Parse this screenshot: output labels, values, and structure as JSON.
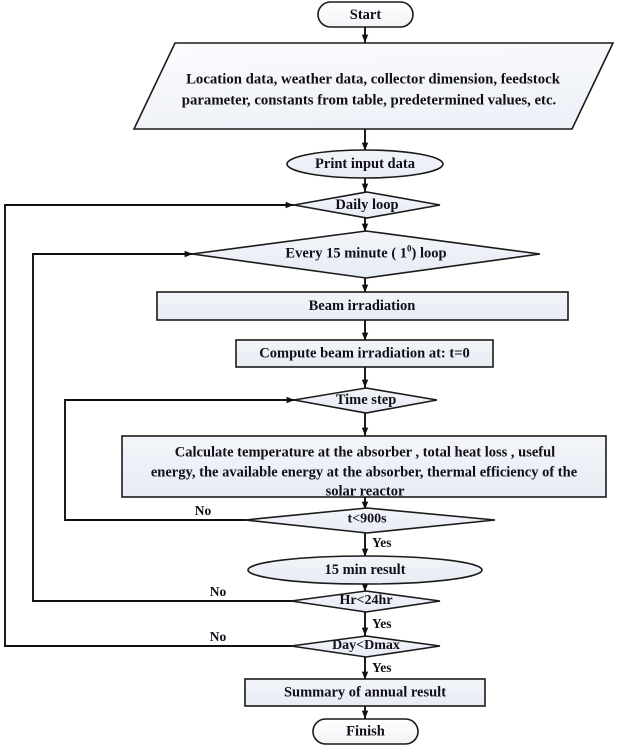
{
  "diagram": {
    "title": "Solar reactor annual simulation flowchart",
    "style": {
      "box_fill": "#eef1f7",
      "terminator_fill": "#ffffff",
      "diamond_fill": "#f2f4f8",
      "ellipse_fill": "#f0f2f6",
      "parallelogram_fill": "#f4f6fa",
      "line_color": "#101010",
      "text_color": "#111018"
    },
    "nodes": [
      {
        "id": "start",
        "type": "terminator",
        "label": "Start"
      },
      {
        "id": "input",
        "type": "parallelogram",
        "label_line1": "Location data, weather data, collector dimension, feedstock",
        "label_line2": "parameter, constants from table, predetermined values, etc."
      },
      {
        "id": "print",
        "type": "ellipse",
        "label": "Print input data"
      },
      {
        "id": "daily",
        "type": "decision",
        "label": "Daily loop"
      },
      {
        "id": "every15",
        "type": "decision",
        "label_pre": "Every 15 minute ( 1",
        "label_sup": "0",
        "label_post": ") loop"
      },
      {
        "id": "beam",
        "type": "process",
        "label": "Beam irradiation"
      },
      {
        "id": "compute",
        "type": "process",
        "label": "Compute beam irradiation at: t=0"
      },
      {
        "id": "timestep",
        "type": "decision",
        "label": "Time step"
      },
      {
        "id": "calc",
        "type": "process",
        "label_line1": "Calculate temperature at the absorber , total heat loss , useful",
        "label_line2": "energy, the available energy at the absorber, thermal efficiency of the",
        "label_line3": "solar reactor"
      },
      {
        "id": "t900",
        "type": "decision",
        "label": "t<900s"
      },
      {
        "id": "result15",
        "type": "ellipse",
        "label": "15 min result"
      },
      {
        "id": "hr24",
        "type": "decision",
        "label": "Hr<24hr"
      },
      {
        "id": "daydmax",
        "type": "decision",
        "label": "Day<Dmax"
      },
      {
        "id": "summary",
        "type": "process",
        "label": "Summary of annual result"
      },
      {
        "id": "finish",
        "type": "terminator",
        "label": "Finish"
      }
    ],
    "edge_labels": {
      "t900_no": "No",
      "t900_yes": "Yes",
      "hr24_no": "No",
      "hr24_yes": "Yes",
      "daydmax_no": "No",
      "daydmax_yes": "Yes"
    }
  }
}
